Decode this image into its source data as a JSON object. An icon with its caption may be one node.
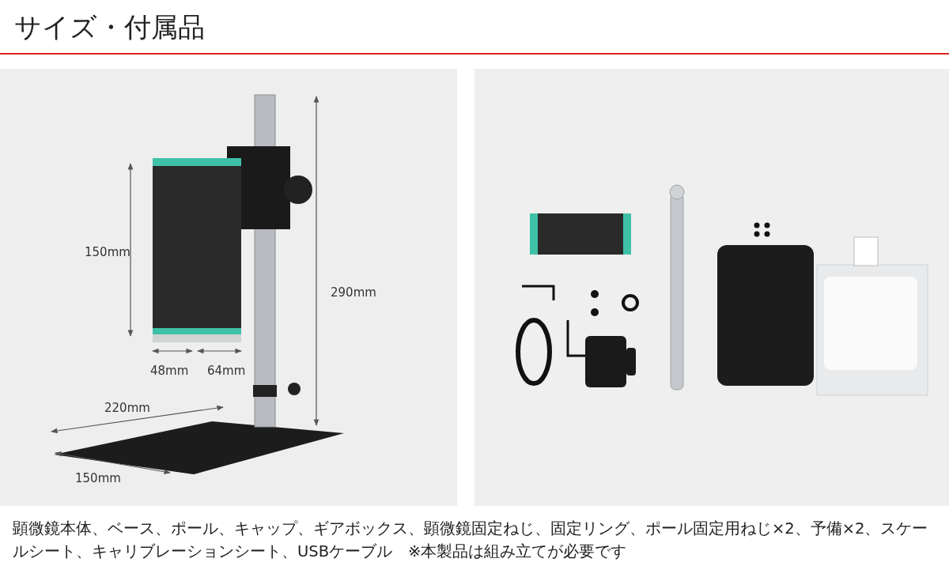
{
  "diagram": {
    "title": "サイズ・付属品",
    "caption": "顕微鏡本体、ベース、ポール、キャップ、ギアボックス、顕微鏡固定ねじ、固定リング、ポール固定用ねじ×2、予備×2、スケールシート、キャリブレーションシート、USBケーブル　※本製品は組み立てが必要です",
    "labels": [
      "150mm",
      "290mm",
      "48mm",
      "64mm",
      "220mm",
      "150mm"
    ]
  }
}
